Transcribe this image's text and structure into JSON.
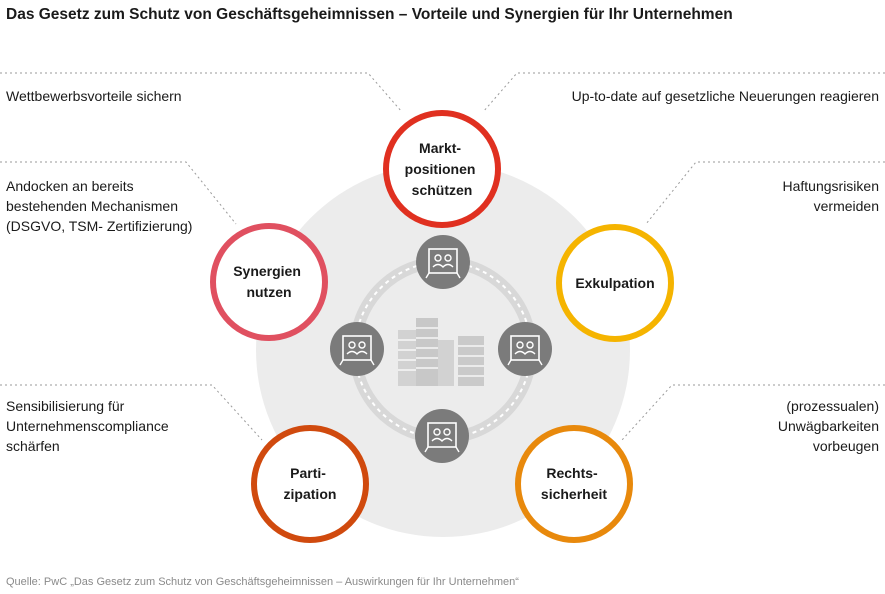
{
  "title": "Das Gesetz zum Schutz von Geschäftsgeheimnissen – Vorteile und Synergien für Ihr Unternehmen",
  "annotations": {
    "top_left": "Wettbewerbsvorteile sichern",
    "top_right": "Up-to-date auf gesetzliche Neuerungen reagieren",
    "mid_left": "Andocken an bereits\nbestehenden Mechanismen\n(DSGVO, TSM- Zertifizierung)",
    "mid_right": "Haftungsrisiken\nvermeiden",
    "bottom_left": "Sensibilisierung für\nUnternehmenscompliance\nschärfen",
    "bottom_right": "(prozessualen)\nUnwägbarkeiten\nvorbeugen"
  },
  "rings": [
    {
      "id": "marktpositionen",
      "lines": [
        "Markt-",
        "positionen",
        "schützen"
      ],
      "color": "#e03020"
    },
    {
      "id": "exkulpation",
      "lines": [
        "Exkulpation"
      ],
      "color": "#f5b400"
    },
    {
      "id": "rechtssicherheit",
      "lines": [
        "Rechts-",
        "sicherheit"
      ],
      "color": "#e8890c"
    },
    {
      "id": "partizipation",
      "lines": [
        "Parti-",
        "zipation"
      ],
      "color": "#d04a0e"
    },
    {
      "id": "synergien",
      "lines": [
        "Synergien",
        "nutzen"
      ],
      "color": "#e05060"
    }
  ],
  "source": "Quelle: PwC „Das Gesetz zum Schutz von Geschäftsgeheimnissen – Auswirkungen für Ihr Unternehmen“",
  "icons": [
    "people-frame-icon",
    "office-buildings-icon"
  ]
}
